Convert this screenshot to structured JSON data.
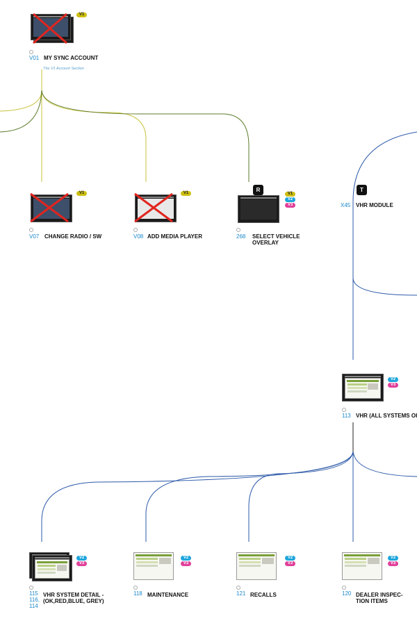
{
  "colors": {
    "v1": "#cdbf12",
    "v2": "#1ea6dc",
    "v3": "#e0409a",
    "id_blue": "#1a87c9",
    "wire_yellow": "#c8c23a",
    "wire_green": "#5b7a2a",
    "wire_blue": "#2b58a8"
  },
  "nodes": [
    {
      "key": "v01",
      "id": "V01",
      "label": "MY SYNC ACCOUNT",
      "subtitle": "The V1 Account Section",
      "badges": [
        "V1"
      ],
      "crossed": true,
      "thumb": "screen-stack"
    },
    {
      "key": "v07",
      "id": "V07",
      "label": "CHANGE RADIO / SW",
      "badges": [
        "V1"
      ],
      "crossed": true,
      "thumb": "screen"
    },
    {
      "key": "v08",
      "id": "V08",
      "label": "ADD MEDIA PLAYER",
      "badges": [
        "V1"
      ],
      "crossed": true,
      "thumb": "screen"
    },
    {
      "key": "n268",
      "id": "268",
      "label": "SELECT VEHICLE\nOVERLAY",
      "badges": [
        "V1",
        "V2",
        "V3"
      ],
      "tag": "R",
      "thumb": "screen"
    },
    {
      "key": "x45",
      "id": "X45",
      "label": "VHR MODULE",
      "tag": "T"
    },
    {
      "key": "n113",
      "id": "113",
      "label": "VHR (ALL SYSTEMS OK)",
      "badges": [
        "V2",
        "V3"
      ],
      "thumb": "screen"
    },
    {
      "key": "n115",
      "id": "115\n116,\n114",
      "label": "VHR SYSTEM DETAIL -\n(OK,RED,BLUE, GREY)",
      "badges": [
        "V2",
        "V3"
      ],
      "thumb": "screen-stack"
    },
    {
      "key": "n118",
      "id": "118",
      "label": "MAINTENANCE",
      "badges": [
        "V2",
        "V3"
      ],
      "thumb": "web"
    },
    {
      "key": "n121",
      "id": "121",
      "label": "RECALLS",
      "badges": [
        "V2",
        "V3"
      ],
      "thumb": "web"
    },
    {
      "key": "n120",
      "id": "120",
      "label": "DEALER INSPEC-\nTION ITEMS",
      "badges": [
        "V2",
        "V3"
      ],
      "thumb": "web"
    }
  ]
}
